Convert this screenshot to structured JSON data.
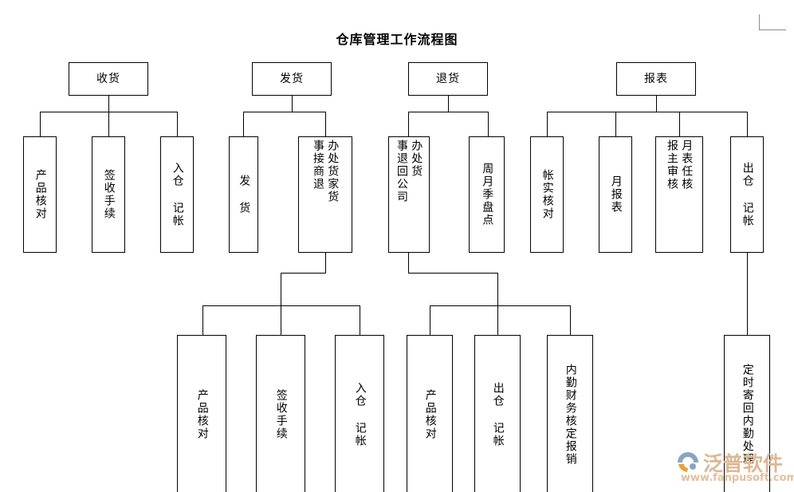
{
  "document": {
    "title": "仓库管理工作流程图"
  },
  "corner_mark": {
    "name": "page-corner-mark"
  },
  "colors": {
    "line": "#000000",
    "box_border": "#000000",
    "background": "#ffffff",
    "corner_mark": "#8c8c8c",
    "watermark_text": "#dcb894",
    "watermark_url": "#e2c0a0",
    "watermark_logo": "#8aa6bf"
  },
  "chart_data": {
    "type": "diagram",
    "title": "仓库管理工作流程图",
    "orientation": "top-down tree, 4 root branches",
    "nodes": [
      {
        "id": "n1",
        "label": "收货",
        "level": 1,
        "orientation": "horizontal"
      },
      {
        "id": "n2",
        "label": "发货",
        "level": 1,
        "orientation": "horizontal"
      },
      {
        "id": "n3",
        "label": "退货",
        "level": 1,
        "orientation": "horizontal"
      },
      {
        "id": "n4",
        "label": "报表",
        "level": 1,
        "orientation": "horizontal"
      },
      {
        "id": "n5",
        "label": "产品核对",
        "level": 2,
        "orientation": "vertical"
      },
      {
        "id": "n6",
        "label": "签收手续",
        "level": 2,
        "orientation": "vertical"
      },
      {
        "id": "n7",
        "label": "入仓 记帐",
        "level": 2,
        "orientation": "vertical"
      },
      {
        "id": "n8",
        "label": "发 货",
        "level": 2,
        "orientation": "vertical"
      },
      {
        "id": "n9",
        "label": "事接商退 办处货家货",
        "level": 2,
        "orientation": "vertical-2col"
      },
      {
        "id": "n10",
        "label": "事退回公司 办处货",
        "level": 2,
        "orientation": "vertical-2col"
      },
      {
        "id": "n11",
        "label": "周月季盘点",
        "level": 2,
        "orientation": "vertical"
      },
      {
        "id": "n12",
        "label": "帐实核对",
        "level": 2,
        "orientation": "vertical"
      },
      {
        "id": "n13",
        "label": "月报表",
        "level": 2,
        "orientation": "vertical"
      },
      {
        "id": "n14",
        "label": "报主审核 月表任核",
        "level": 2,
        "orientation": "vertical-2col"
      },
      {
        "id": "n15",
        "label": "出仓 记帐",
        "level": 2,
        "orientation": "vertical"
      },
      {
        "id": "n16",
        "label": "产品核对",
        "level": 3,
        "orientation": "vertical"
      },
      {
        "id": "n17",
        "label": "签收手续",
        "level": 3,
        "orientation": "vertical"
      },
      {
        "id": "n18",
        "label": "入仓 记帐",
        "level": 3,
        "orientation": "vertical"
      },
      {
        "id": "n19",
        "label": "产品核对",
        "level": 3,
        "orientation": "vertical"
      },
      {
        "id": "n20",
        "label": "出仓 记帐",
        "level": 3,
        "orientation": "vertical"
      },
      {
        "id": "n21",
        "label": "内勤财务核定报销",
        "level": 3,
        "orientation": "vertical"
      },
      {
        "id": "n22",
        "label": "定时寄回内勤处理",
        "level": 3,
        "orientation": "vertical"
      }
    ],
    "edges": [
      {
        "from": "n1",
        "to": "n5"
      },
      {
        "from": "n1",
        "to": "n6"
      },
      {
        "from": "n1",
        "to": "n7"
      },
      {
        "from": "n2",
        "to": "n8"
      },
      {
        "from": "n2",
        "to": "n9"
      },
      {
        "from": "n3",
        "to": "n10"
      },
      {
        "from": "n3",
        "to": "n11"
      },
      {
        "from": "n4",
        "to": "n12"
      },
      {
        "from": "n4",
        "to": "n13"
      },
      {
        "from": "n4",
        "to": "n14"
      },
      {
        "from": "n4",
        "to": "n15"
      },
      {
        "from": "n9",
        "to": "n16"
      },
      {
        "from": "n9",
        "to": "n17"
      },
      {
        "from": "n9",
        "to": "n18"
      },
      {
        "from": "n10",
        "to": "n19"
      },
      {
        "from": "n10",
        "to": "n20"
      },
      {
        "from": "n10",
        "to": "n21"
      },
      {
        "from": "n15",
        "to": "n22"
      }
    ]
  },
  "branches": {
    "receiving": {
      "header": "收货",
      "children": [
        "产品核对",
        "签收手续",
        "入仓 记帐"
      ]
    },
    "shipping": {
      "header": "发货",
      "children": [
        "发 货"
      ],
      "two_column_child": {
        "right_col": "事接商退",
        "left_col": "办处货家货"
      },
      "sub_children": [
        "产品核对",
        "签收手续",
        "入仓 记帐"
      ]
    },
    "returns": {
      "header": "退货",
      "two_column_child": {
        "right_col": "事退回公司",
        "left_col": "办处货"
      },
      "children": [
        "周月季盘点"
      ],
      "sub_children": [
        "产品核对",
        "出仓 记帐",
        "内勤财务核定报销"
      ]
    },
    "reports": {
      "header": "报表",
      "children": [
        "帐实核对",
        "月报表",
        "出仓 记帐"
      ],
      "two_column_child": {
        "right_col": "报主审核",
        "left_col": "月表任核"
      },
      "sub_children": [
        "定时寄回内勤处理"
      ]
    }
  },
  "labels": {
    "n1": "收货",
    "n2": "发货",
    "n3": "退货",
    "n4": "报表",
    "n5": "产品核对",
    "n6": "签收手续",
    "n7": "入仓 记帐",
    "n8": "发 货",
    "n9_right": "事接商退",
    "n9_left": "办处货家货",
    "n10_right": "事退回公司",
    "n10_left": "办处货",
    "n11": "周月季盘点",
    "n12": "帐实核对",
    "n13": "月报表",
    "n14_right": "报主审核",
    "n14_left": "月表任核",
    "n15": "出仓 记帐",
    "n16": "产品核对",
    "n17": "签收手续",
    "n18": "入仓 记帐",
    "n19": "产品核对",
    "n20": "出仓 记帐",
    "n21": "内勤财务核定报销",
    "n22": "定时寄回内勤处理"
  },
  "watermark": {
    "brand": "泛普软件",
    "url": "www.fanpusoft.com"
  }
}
